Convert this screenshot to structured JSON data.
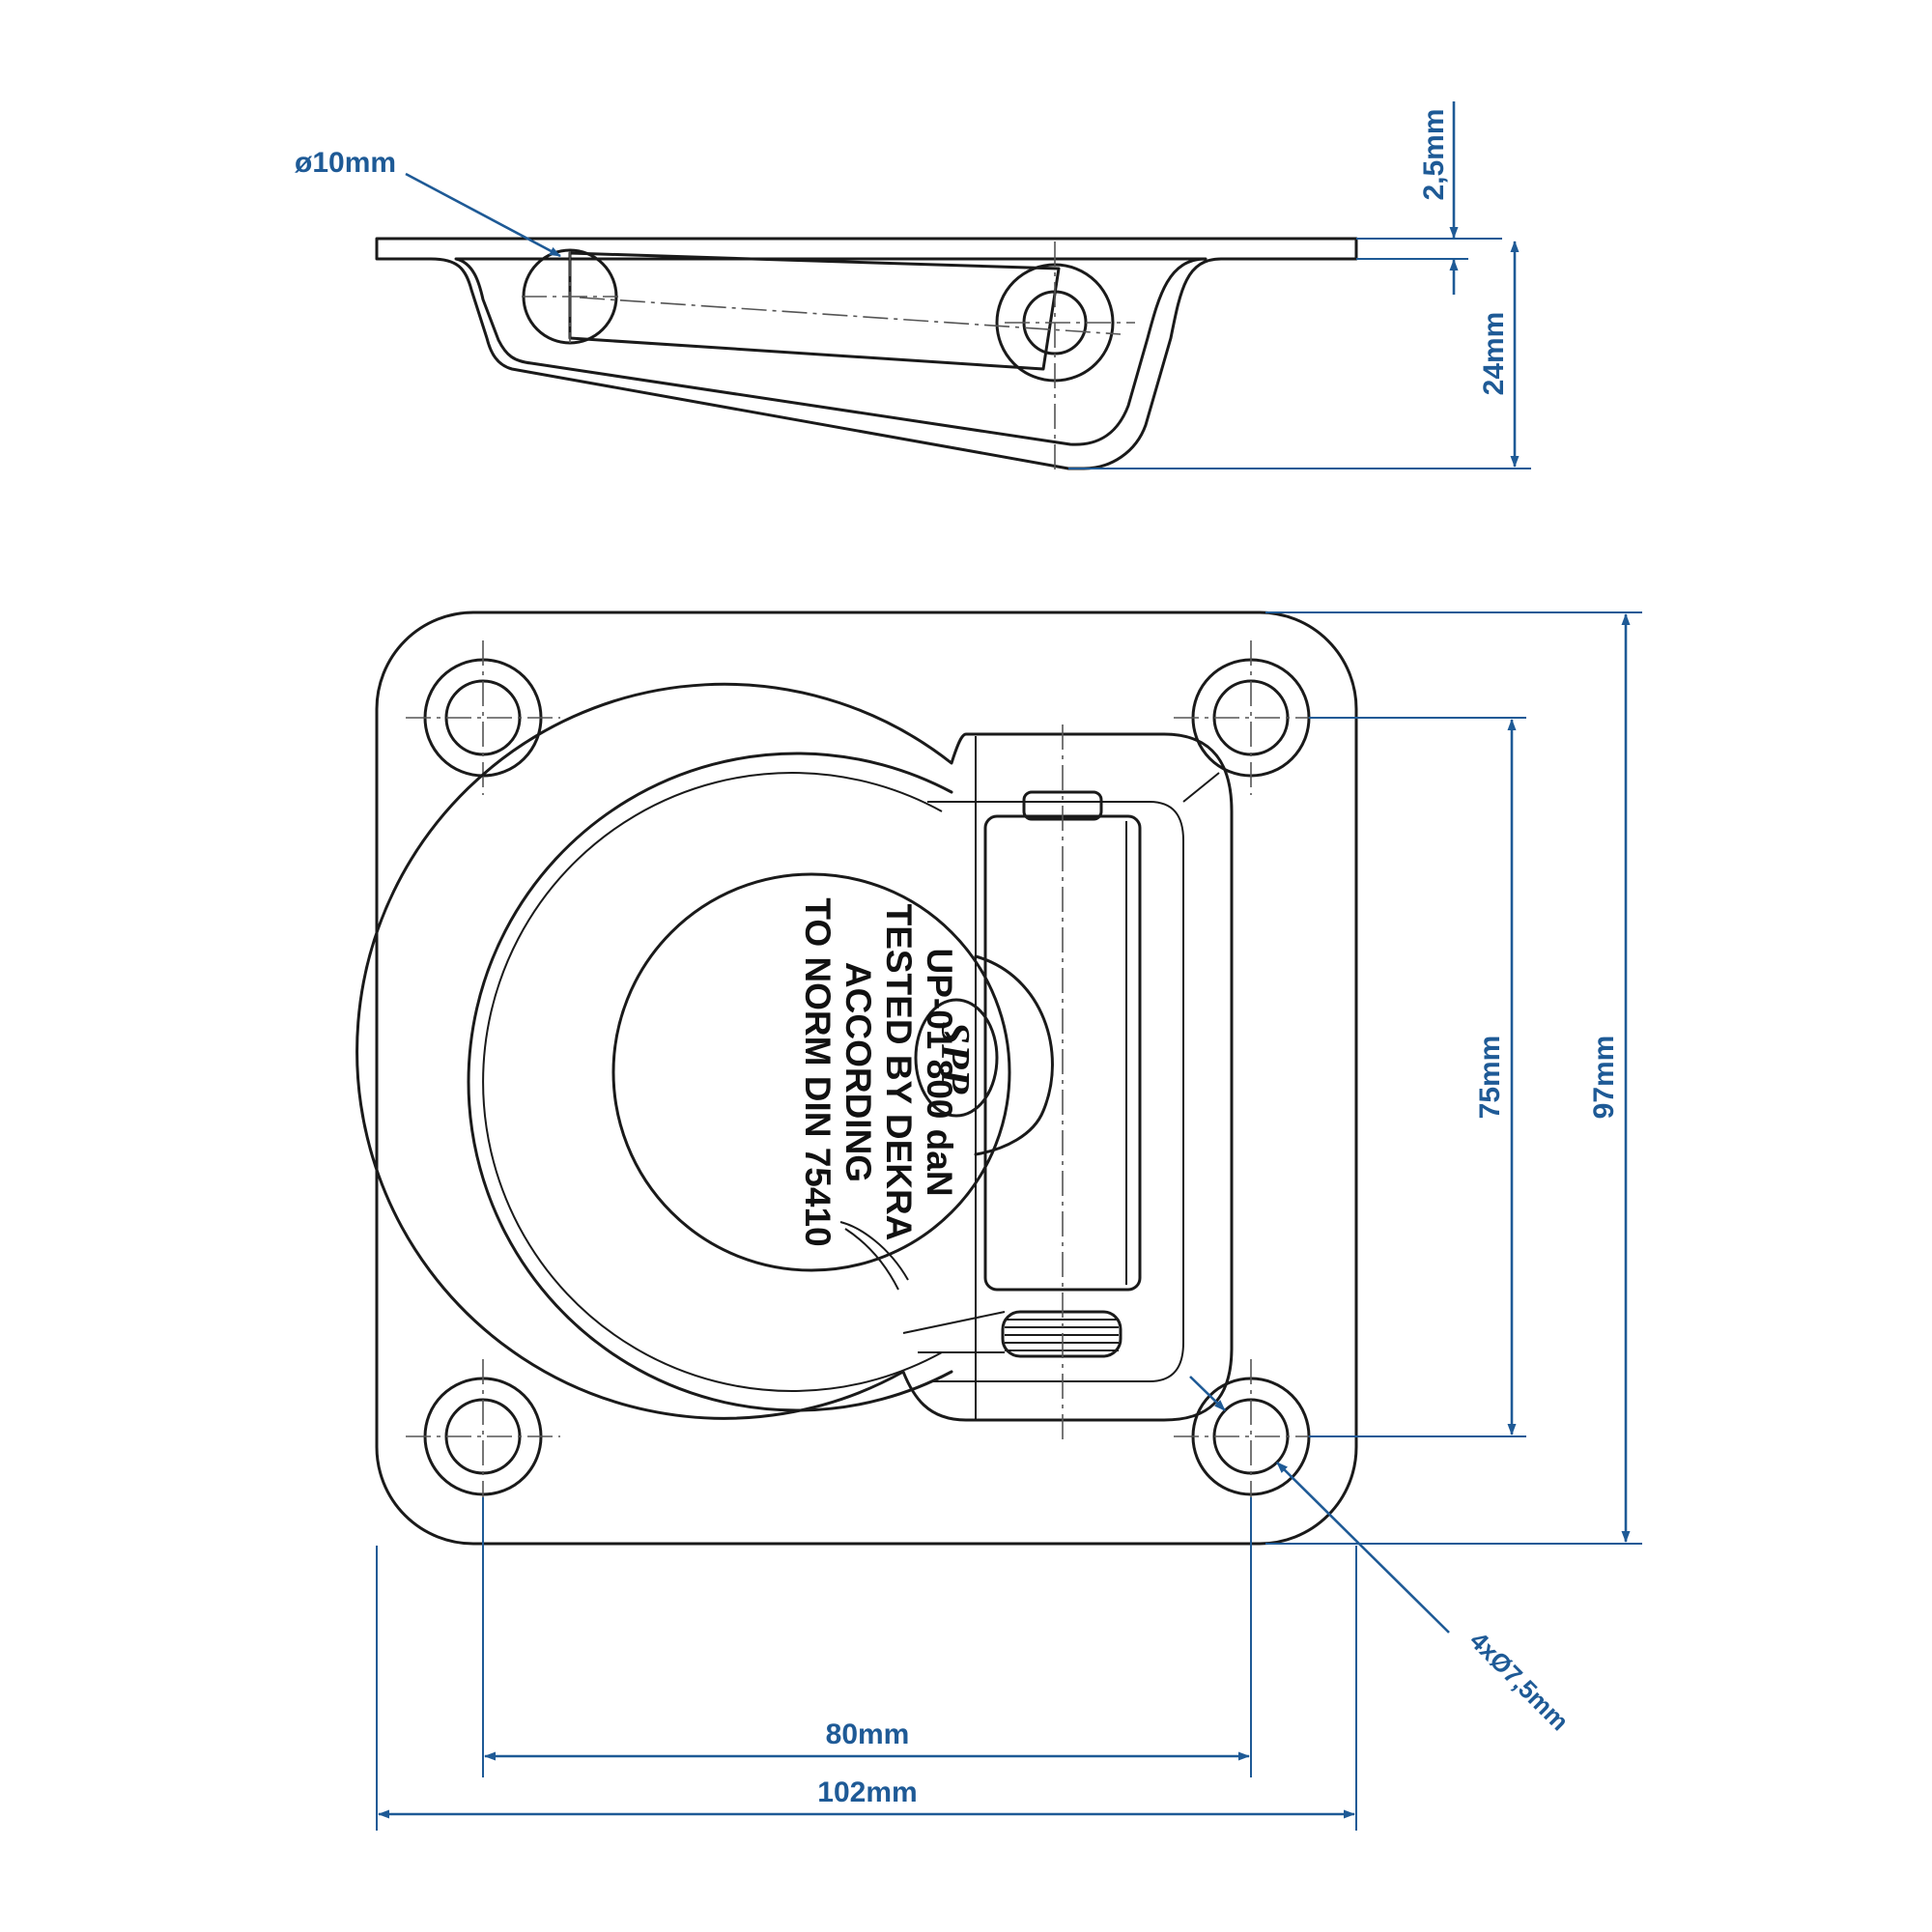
{
  "dimensions": {
    "rod_diameter": "ø10mm",
    "plate_thickness": "2,5mm",
    "depth": "24mm",
    "hole_spacing_vertical": "75mm",
    "overall_height": "97mm",
    "hole_spacing_horizontal": "80mm",
    "overall_width": "102mm",
    "holes": "4xØ7,5mm"
  },
  "engraving": {
    "logo": "SPP",
    "lines": [
      "UP-01 800 daN",
      "TESTED BY DEKRA",
      "ACCORDING",
      "TO NORM DIN 75410"
    ]
  },
  "colors": {
    "dimension": "#1e5a96",
    "outline": "#1a1a1a"
  }
}
